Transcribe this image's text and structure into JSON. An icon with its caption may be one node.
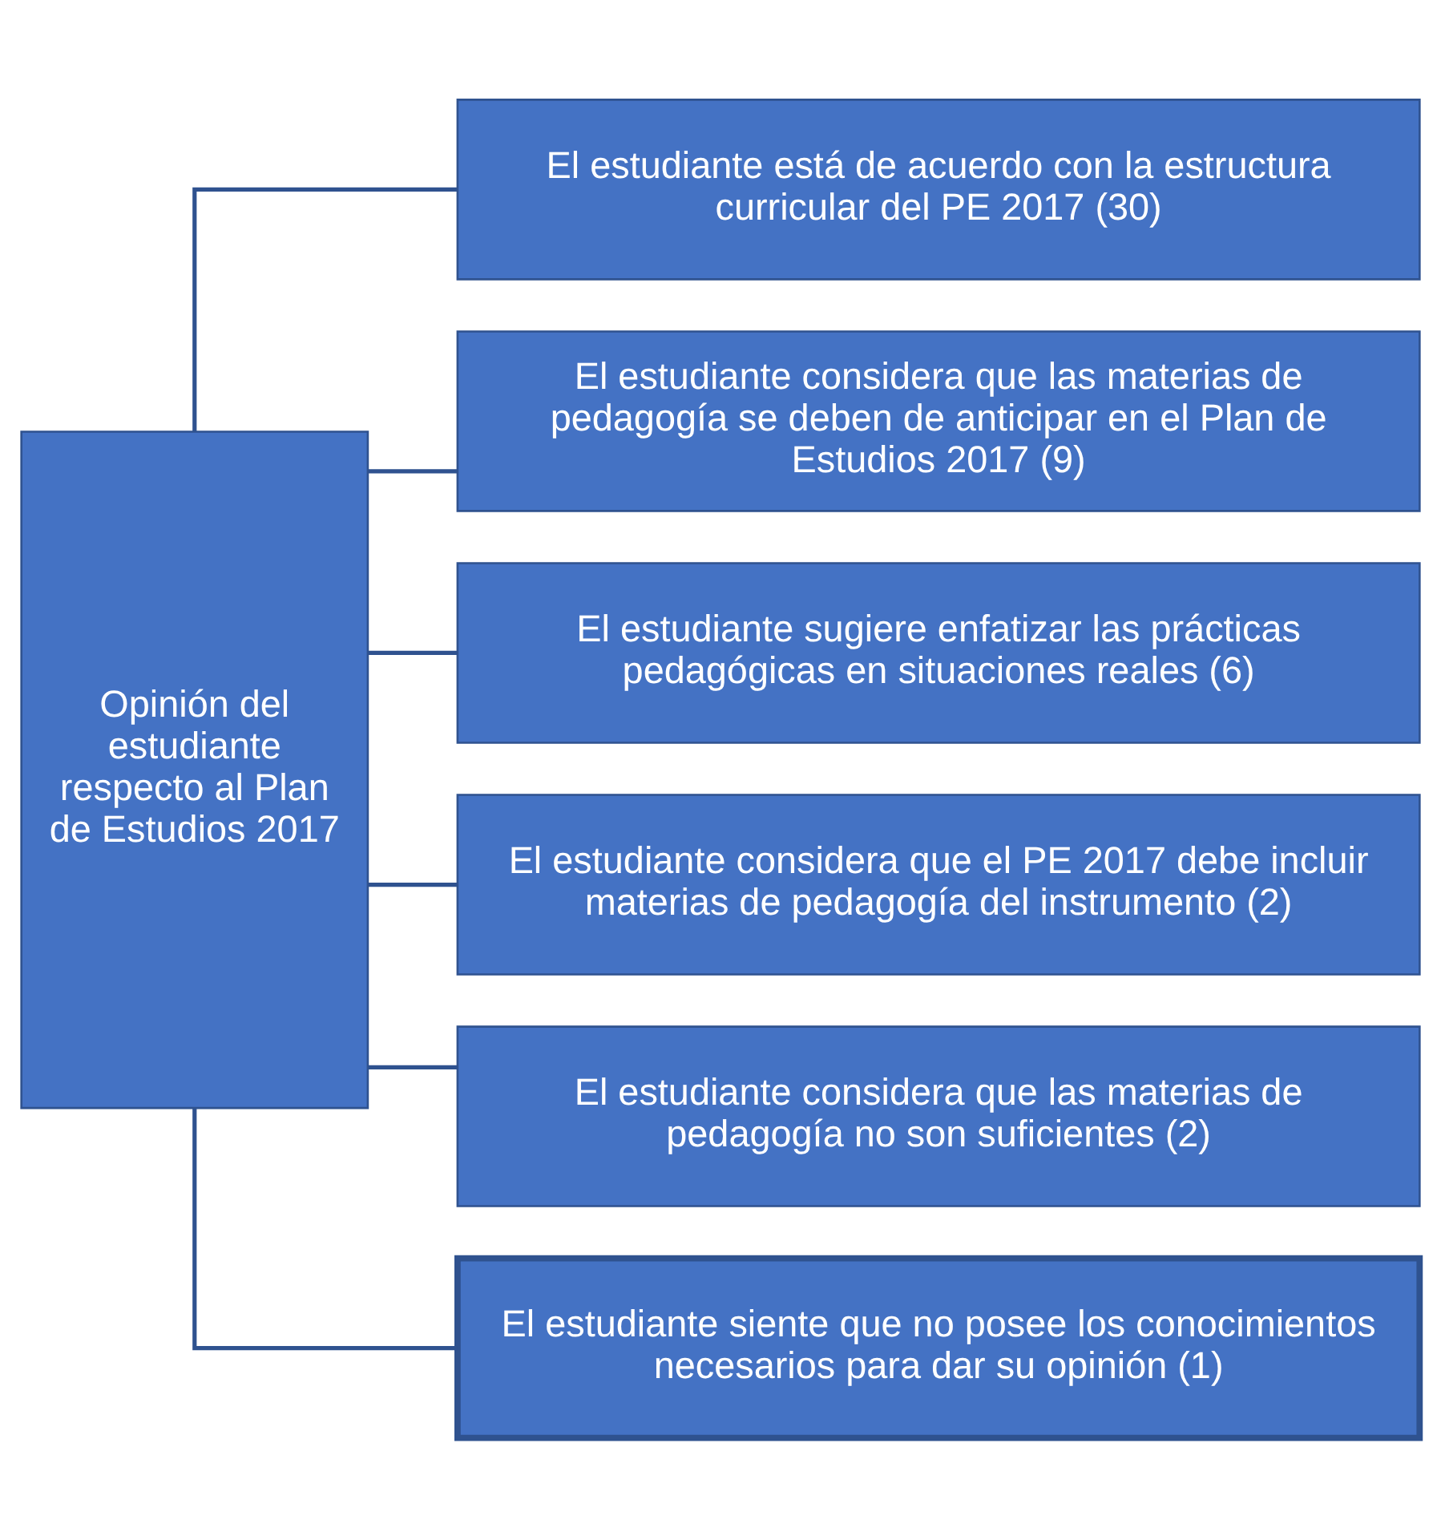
{
  "diagram": {
    "nodes": [
      {
        "text": [
          "Opinión del estudiante respecto al Plan de Estudios 2017"
        ]
      },
      {
        "text": [
          "El estudiante está de acuerdo con la estructura curricular del PE 2017 (30)"
        ]
      },
      {
        "text": [
          "El estudiante considera que las materias de pedagogía se deben de anticipar en el Plan de Estudios 2017 (9)"
        ]
      },
      {
        "text": [
          "El estudiante sugiere enfatizar las prácticas pedagógicas en situaciones reales (6)"
        ]
      },
      {
        "text": [
          "El estudiante considera que el PE 2017 debe incluir materias de pedagogía del instrumento (2)"
        ]
      },
      {
        "text": [
          "El estudiante considera que las materias de pedagogía no son suficientes (2)"
        ]
      },
      {
        "text": [
          "El estudiante siente que no posee los conocimientos necesarios para dar su opinión (1)"
        ]
      }
    ],
    "edges": [
      {
        "from": 0,
        "to": 1,
        "arrow": "none"
      },
      {
        "from": 0,
        "to": 2,
        "arrow": "none"
      },
      {
        "from": 0,
        "to": 3,
        "arrow": "none"
      },
      {
        "from": 0,
        "to": 4,
        "arrow": "none"
      },
      {
        "from": 0,
        "to": 5,
        "arrow": "none"
      },
      {
        "from": 0,
        "to": 6,
        "arrow": "none"
      }
    ]
  }
}
